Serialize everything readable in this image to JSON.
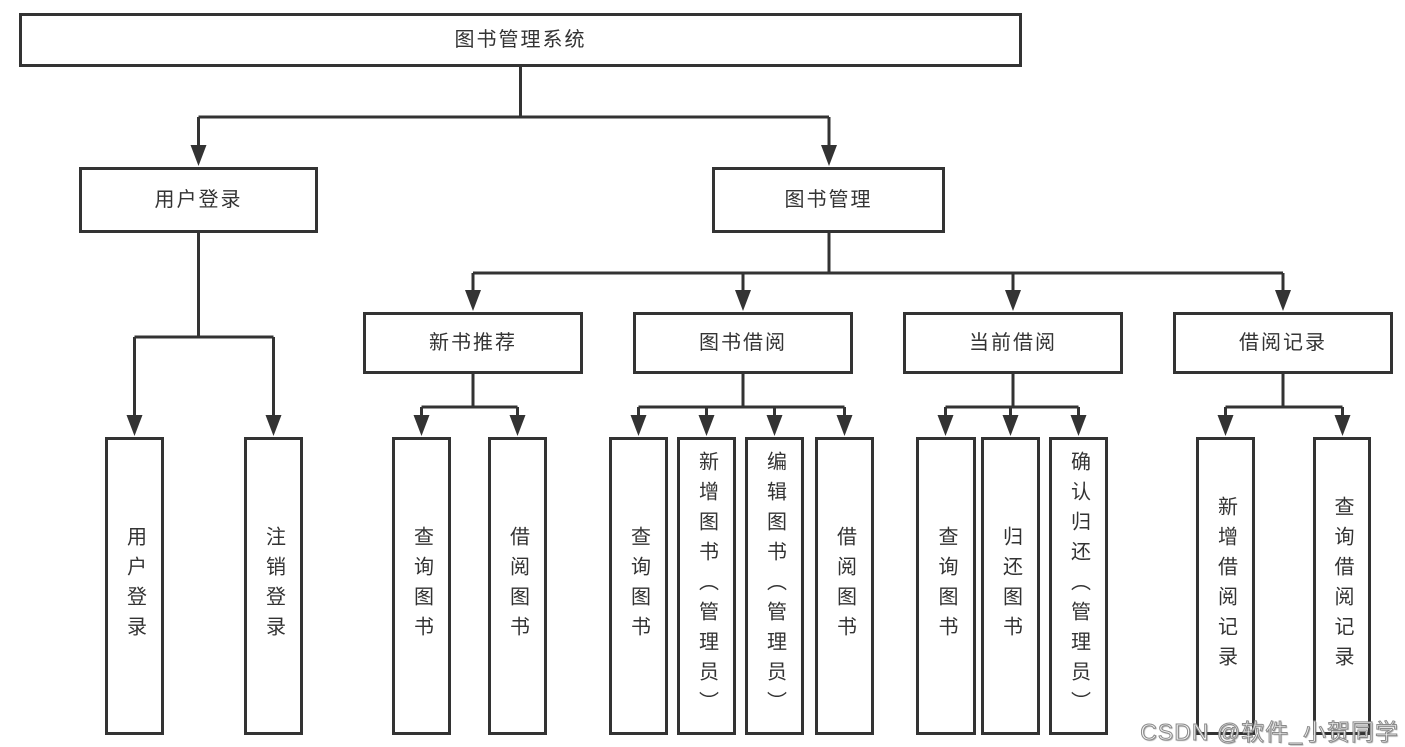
{
  "diagram": {
    "nodes": {
      "root": "图书管理系统",
      "user_login": "用户登录",
      "book_mgmt": "图书管理",
      "new_books": "新书推荐",
      "book_borrow": "图书借阅",
      "current_borrow": "当前借阅",
      "borrow_records": "借阅记录",
      "ul_login": "用户登录",
      "ul_logout": "注销登录",
      "nb_query": "查询图书",
      "nb_borrow": "借阅图书",
      "bb_query": "查询图书",
      "bb_add": "新增图书（管理员）",
      "bb_edit": "编辑图书（管理员）",
      "bb_borrow": "借阅图书",
      "cb_query": "查询图书",
      "cb_return": "归还图书",
      "cb_confirm": "确认归还（管理员）",
      "br_add": "新增借阅记录",
      "br_query": "查询借阅记录"
    },
    "colors": {
      "line": "#333333",
      "box_border": "#333333",
      "text": "#333333",
      "background": "#ffffff",
      "watermark_fill": "#f6f6f6",
      "watermark_outline": "#8a8a8a"
    },
    "watermark": "CSDN @软件_小贺同学"
  }
}
